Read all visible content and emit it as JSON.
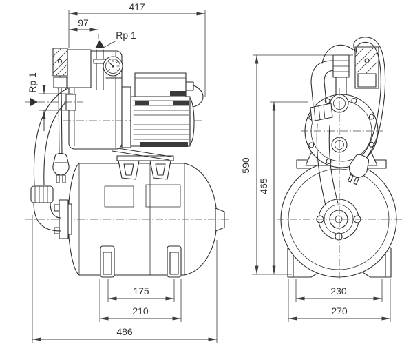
{
  "drawing": {
    "type": "technical dimensional drawing",
    "subject": "domestic water-works pump with horizontal pressure tank",
    "views": {
      "left": "side view",
      "right": "front view"
    }
  },
  "dimensions": {
    "total_width": "417",
    "outlet_offset": "97",
    "outlet_connection": "Rp 1",
    "inlet_connection": "Rp 1",
    "feet_spacing": "175",
    "feet_width": "210",
    "total_depth": "486",
    "total_height": "590",
    "connection_height": "465",
    "stand_width": "230",
    "base_width": "270"
  },
  "colors": {
    "line": "#2e2e2e",
    "text": "#333333",
    "dark_fill": "#3a3a3a",
    "background": "#ffffff"
  }
}
